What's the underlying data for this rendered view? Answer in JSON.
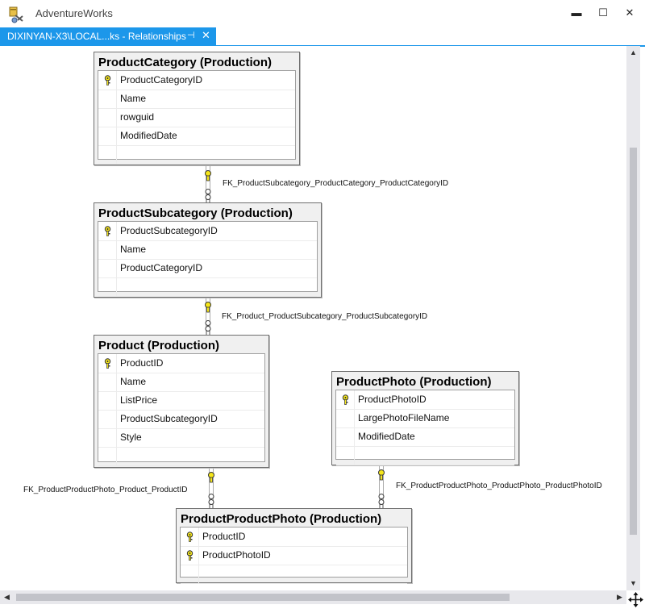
{
  "window": {
    "title": "AdventureWorks",
    "minimize_glyph": "▬",
    "maximize_glyph": "☐",
    "close_glyph": "✕"
  },
  "tab": {
    "label": "DIXINYAN-X3\\LOCAL...ks - Relationships",
    "pin_glyph": "⊣",
    "close_glyph": "✕"
  },
  "tables": {
    "product_category": {
      "title": "ProductCategory (Production)",
      "columns": [
        {
          "name": "ProductCategoryID",
          "key": true
        },
        {
          "name": "Name",
          "key": false
        },
        {
          "name": "rowguid",
          "key": false
        },
        {
          "name": "ModifiedDate",
          "key": false
        }
      ]
    },
    "product_subcategory": {
      "title": "ProductSubcategory (Production)",
      "columns": [
        {
          "name": "ProductSubcategoryID",
          "key": true
        },
        {
          "name": "Name",
          "key": false
        },
        {
          "name": "ProductCategoryID",
          "key": false
        }
      ]
    },
    "product": {
      "title": "Product (Production)",
      "columns": [
        {
          "name": "ProductID",
          "key": true
        },
        {
          "name": "Name",
          "key": false
        },
        {
          "name": "ListPrice",
          "key": false
        },
        {
          "name": "ProductSubcategoryID",
          "key": false
        },
        {
          "name": "Style",
          "key": false
        }
      ]
    },
    "product_photo": {
      "title": "ProductPhoto (Production)",
      "columns": [
        {
          "name": "ProductPhotoID",
          "key": true
        },
        {
          "name": "LargePhotoFileName",
          "key": false
        },
        {
          "name": "ModifiedDate",
          "key": false
        }
      ]
    },
    "product_product_photo": {
      "title": "ProductProductPhoto (Production)",
      "columns": [
        {
          "name": "ProductID",
          "key": true
        },
        {
          "name": "ProductPhotoID",
          "key": true
        }
      ]
    }
  },
  "relationships": {
    "fk1": "FK_ProductSubcategory_ProductCategory_ProductCategoryID",
    "fk2": "FK_Product_ProductSubcategory_ProductSubcategoryID",
    "fk3": "FK_ProductProductPhoto_Product_ProductID",
    "fk4": "FK_ProductProductPhoto_ProductPhoto_ProductPhotoID"
  },
  "colors": {
    "accent": "#1c97ea",
    "key": "#f5e61a"
  },
  "icons": {
    "app": "adventureworks-app-icon",
    "key": "primary-key-icon",
    "connector_one": "one-end-key-icon",
    "connector_many": "many-end-infinity-icon"
  }
}
